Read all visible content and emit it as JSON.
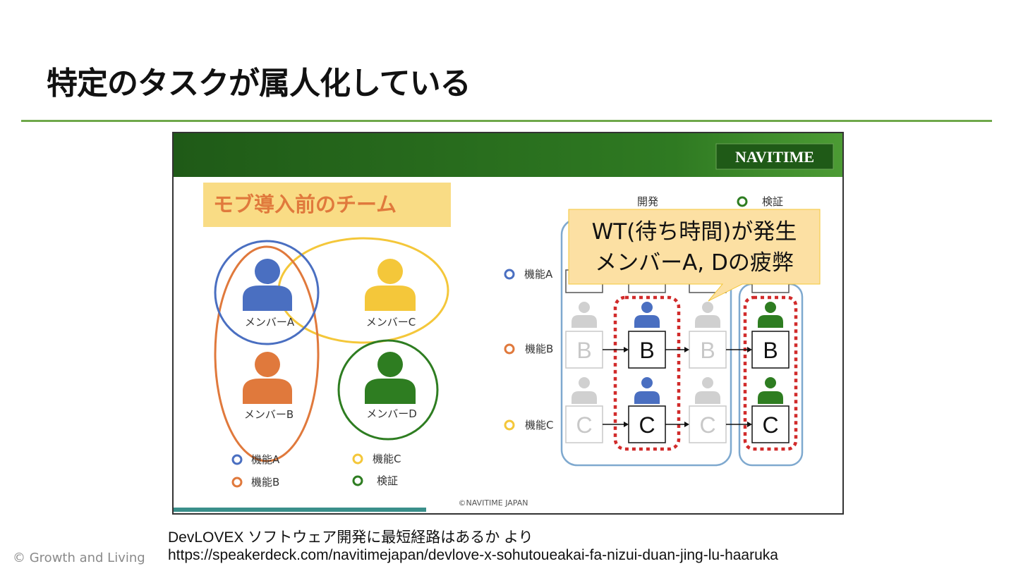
{
  "slide": {
    "title": "特定のタスクが属人化している",
    "footer": "© Growth and Living",
    "citation_line1": "DevLOVEX ソフトウェア開発に最短経路はあるか より",
    "citation_line2": "https://speakerdeck.com/navitimejapan/devlove-x-sohutoueakai-fa-nizui-duan-jing-lu-haaruka"
  },
  "embedded_slide": {
    "brand": "NAVITIME",
    "heading": "モブ導入前のチーム",
    "copyright": "©NAVITIME JAPAN",
    "colors": {
      "blue": "#4a6fc1",
      "orange": "#e0793c",
      "yellow": "#f4c73a",
      "green": "#2e7d21",
      "gray": "#d0d0d0",
      "header_green": "#2e6e1e"
    },
    "members": {
      "a": "メンバーA",
      "b": "メンバーB",
      "c": "メンバーC",
      "d": "メンバーD"
    },
    "legend": {
      "func_a": "機能A",
      "func_b": "機能B",
      "func_c": "機能C",
      "verify": "検証"
    },
    "flow": {
      "dev_label": "開発",
      "verify_label": "検証",
      "row_a": "機能A",
      "row_b": "機能B",
      "row_c": "機能C",
      "box_b": "B",
      "box_c": "C"
    },
    "callout": {
      "line1": "WT(待ち時間)が発生",
      "line2": "メンバーA, Dの疲弊"
    }
  }
}
